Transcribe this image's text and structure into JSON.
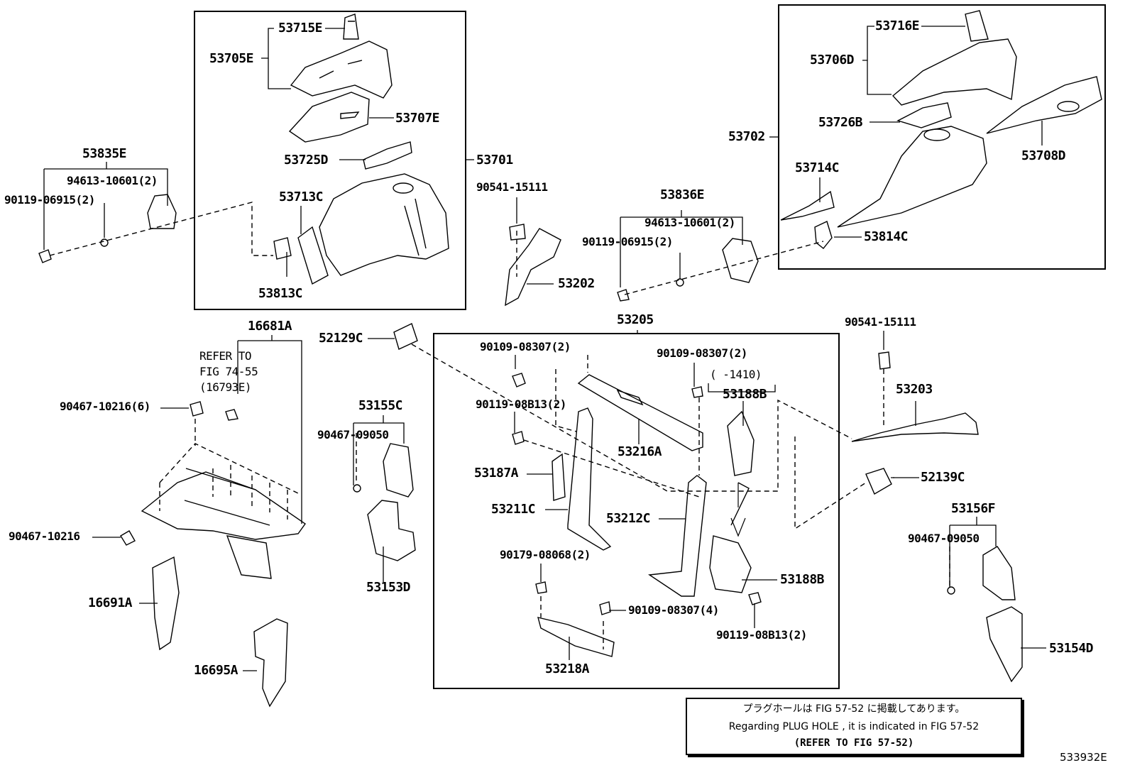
{
  "labels": {
    "p53715E": "53715E",
    "p53705E": "53705E",
    "p53707E": "53707E",
    "p53725D": "53725D",
    "p53701": "53701",
    "p53713C": "53713C",
    "p53813C": "53813C",
    "p53835E": "53835E",
    "p94613a": "94613-10601(2)",
    "p90119a": "90119-06915(2)",
    "p90541a": "90541-15111",
    "p53202": "53202",
    "p53836E": "53836E",
    "p94613b": "94613-10601(2)",
    "p90119b": "90119-06915(2)",
    "p53716E": "53716E",
    "p53706D": "53706D",
    "p53726B": "53726B",
    "p53702": "53702",
    "p53708D": "53708D",
    "p53714C": "53714C",
    "p53814C": "53814C",
    "p16681A": "16681A",
    "refer1": "REFER TO",
    "refer2": "FIG 74-55",
    "refer3": "(16793E)",
    "p90467a": "90467-10216(6)",
    "p90467b": "90467-10216",
    "p16691A": "16691A",
    "p16695A": "16695A",
    "p52129C": "52129C",
    "p53155C": "53155C",
    "p90467c": "90467-09050",
    "p53153D": "53153D",
    "p53205": "53205",
    "p90109a": "90109-08307(2)",
    "p90109b": "90109-08307(2)",
    "range": "(    -1410)",
    "p53188Ba": "53188B",
    "p90119c": "90119-08B13(2)",
    "p53216A": "53216A",
    "p53187A": "53187A",
    "p53211C": "53211C",
    "p53212C": "53212C",
    "p90179": "90179-08068(2)",
    "p90109c": "90109-08307(4)",
    "p53188Bb": "53188B",
    "p90119d": "90119-08B13(2)",
    "p53218A": "53218A",
    "p90541b": "90541-15111",
    "p53203": "53203",
    "p52139C": "52139C",
    "p53156F": "53156F",
    "p90467d": "90467-09050",
    "p53154D": "53154D"
  },
  "note": {
    "japanese": "プラグホールは FIG 57-52 に掲載してあります。",
    "english": "Regarding  PLUG  HOLE , it is indicated in FIG  57-52",
    "refer": "(REFER TO FIG 57-52)"
  },
  "illustration_id": "533932E"
}
